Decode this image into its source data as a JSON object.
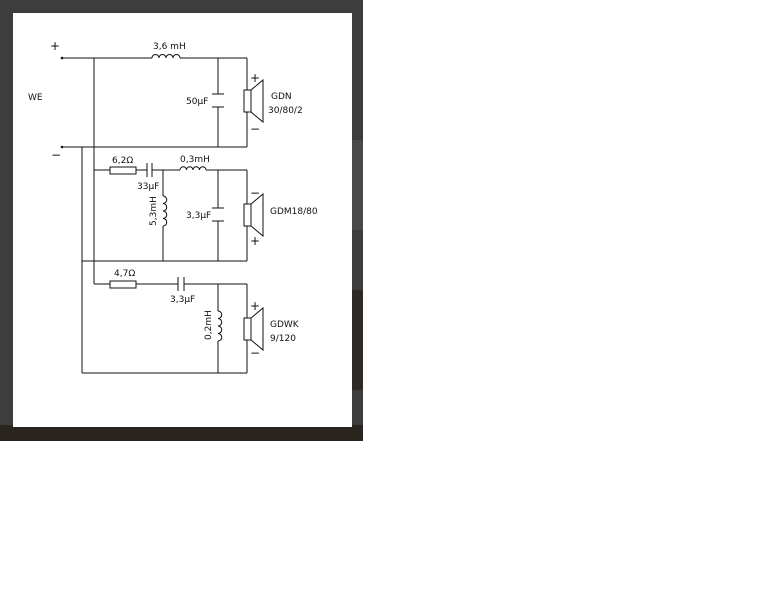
{
  "terminals": {
    "plus": "+",
    "minus": "−",
    "input_label": "WE"
  },
  "tweeter": {
    "inductor": "3,6 mH",
    "capacitor": "50µF",
    "speaker_name_line1": "GDN",
    "speaker_name_line2": "30/80/2",
    "pol_top": "+",
    "pol_bottom": "−"
  },
  "midrange": {
    "resistor": "6,2Ω",
    "capacitor_series": "33µF",
    "inductor_series": "0,3mH",
    "inductor_shunt": "5,3mH",
    "capacitor_shunt": "3,3µF",
    "speaker_name": "GDM18/80",
    "pol_top": "−",
    "pol_bottom": "+"
  },
  "woofer": {
    "resistor": "4,7Ω",
    "capacitor_series": "3,3µF",
    "inductor_shunt": "0,2mH",
    "speaker_name_line1": "GDWK",
    "speaker_name_line2": "9/120",
    "pol_top": "+",
    "pol_bottom": "−"
  }
}
